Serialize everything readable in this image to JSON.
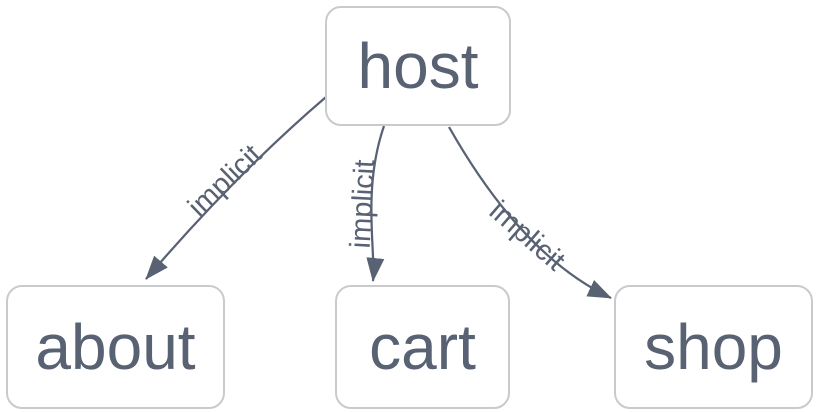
{
  "diagram": {
    "type": "graph",
    "background_color": "#ffffff",
    "colors": {
      "node_fill": "#ffffff",
      "node_border": "#c9cacd",
      "node_text": "#596273",
      "edge_stroke": "#596273",
      "edge_label_text": "#596273"
    },
    "nodes": [
      {
        "id": "host",
        "label": "host"
      },
      {
        "id": "about",
        "label": "about"
      },
      {
        "id": "cart",
        "label": "cart"
      },
      {
        "id": "shop",
        "label": "shop"
      }
    ],
    "edges": [
      {
        "from": "host",
        "to": "about",
        "label": "implicit",
        "arrow": "to"
      },
      {
        "from": "host",
        "to": "cart",
        "label": "implicit",
        "arrow": "to"
      },
      {
        "from": "host",
        "to": "shop",
        "label": "implicit",
        "arrow": "to"
      }
    ]
  }
}
